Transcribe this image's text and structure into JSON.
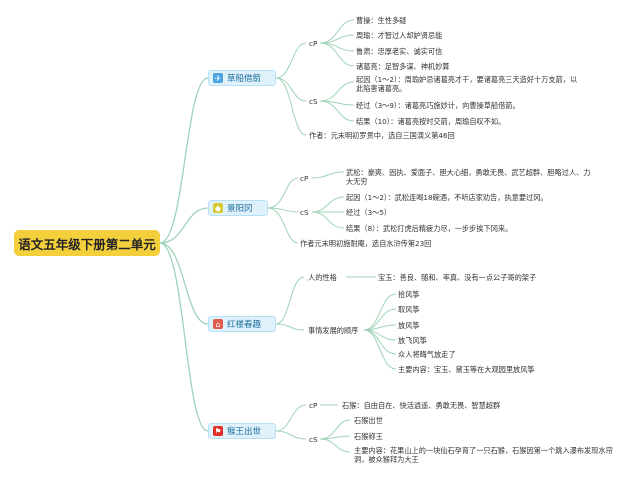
{
  "root": {
    "label": "语文五年级下册第二单元"
  },
  "colors": {
    "root_bg": "#f4cf3c",
    "topic_bg": "#dff2fc",
    "topic_text": "#1f6d9c",
    "line": "#9fd3b7"
  },
  "topics": [
    {
      "label": "草船借箭",
      "icon": "paper-plane-icon",
      "cp_label": "cP",
      "characters": [
        "曹操：生性多疑",
        "周瑜：才智过人却妒贤忌能",
        "鲁肃：忠厚老实、诚实可信",
        "诸葛亮：足智多谋、神机妙算"
      ],
      "cs_label": "cS",
      "plot": [
        "起因（1～2）：周瑜妒忌诸葛亮才干，要诸葛亮三天造好十万支箭，以此陷害诸葛亮。",
        "经过（3～9）：诸葛亮巧施妙计，向曹操草船借箭。",
        "结果（10）：诸葛亮按时交箭，周瑜自叹不如。"
      ],
      "author": "作者：元末明初罗贯中，选自三国演义第46回"
    },
    {
      "label": "景阳冈",
      "icon": "gem-icon",
      "cp_label": "cP",
      "traits": "武松：豪爽、固执、爱面子、胆大心细，勇敢无畏、武艺超群、胆略过人、力大无穷",
      "cs_label": "cS",
      "plot": [
        "起因（1～2）：武松连喝18碗酒，不听店家劝告，执意要过冈。",
        "经过（3～5）",
        "结果（8）：武松打虎后精疲力尽，一步步挨下冈来。"
      ],
      "author": "作者元末明初施耐庵，选自水浒传第23回"
    },
    {
      "label": "红楼春趣",
      "icon": "house-icon",
      "character_label": "人的性格",
      "character": "宝玉：善良、随和、率真、没有一点公子哥的架子",
      "order_label": "事情发展的顺序",
      "events": [
        "拾风筝",
        "取风筝",
        "放风筝",
        "放飞风筝",
        "众人将晦气放走了",
        "主要内容：宝玉、黛玉等在大观园里放风筝"
      ]
    },
    {
      "label": "猴王出世",
      "icon": "flag-icon",
      "cp_label": "cP",
      "trait": "石猴：自由自在、快活逍遥、勇敢无畏、智慧超群",
      "cs_label": "cS",
      "events": [
        "石猴出世",
        "石猴称王",
        "主要内容：花果山上的一块仙石孕育了一只石猴，石猴因第一个跳入瀑布发现水帘洞，被众猴拜为大王"
      ]
    }
  ]
}
